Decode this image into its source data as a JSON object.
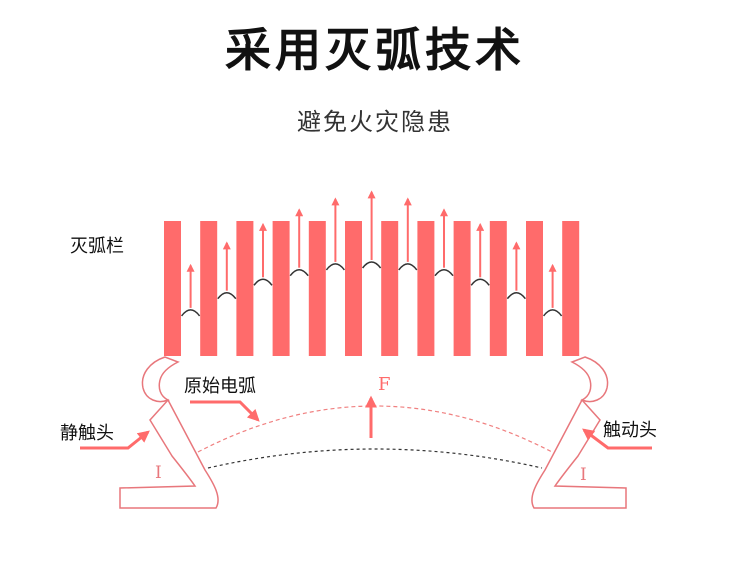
{
  "header": {
    "title": "采用灭弧技术",
    "subtitle": "避免火灾隐患"
  },
  "labels": {
    "arc_chute": "灭弧栏",
    "original_arc": "原始电弧",
    "static_contact": "静触头",
    "moving_contact": "触动头",
    "force": "F",
    "current_left": "I",
    "current_right": "I"
  },
  "colors": {
    "plate": "#ff6b6b",
    "outline": "#e8777c",
    "arc_dashed": "#f08080",
    "arc_dark": "#333333",
    "text": "#111111"
  }
}
